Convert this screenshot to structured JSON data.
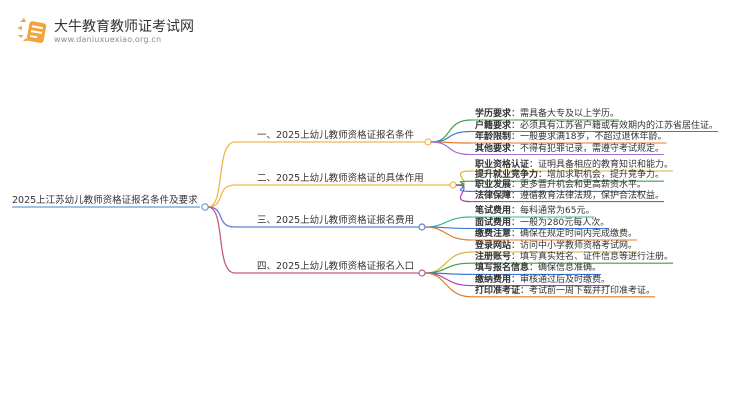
{
  "logo": {
    "title": "大牛教育教师证考试网",
    "url": "www.daniuxuexiao.org.cn"
  },
  "root": {
    "label": "2025上江苏幼儿教师资格证报名条件及要求"
  },
  "branches": [
    {
      "label": "一、2025上幼儿教师资格证报名条件",
      "color": "#f0b64b",
      "leaves": [
        {
          "key": "学历要求",
          "text": "：需具备大专及以上学历。",
          "color": "#3f9f3d"
        },
        {
          "key": "户籍要求",
          "text": "：必须具有江苏省户籍或有效期内的江苏省居住证。",
          "color": "#3a7bd5"
        },
        {
          "key": "年龄限制",
          "text": "：一般要求满18岁，不超过退休年龄。",
          "color": "#e07b2d"
        },
        {
          "key": "其他要求",
          "text": "：不得有犯罪记录，需遵守考试规定。",
          "color": "#a56fd3"
        }
      ]
    },
    {
      "label": "二、2025上幼儿教师资格证的具体作用",
      "color": "#f0b64b",
      "leaves": [
        {
          "key": "职业资格认证",
          "text": "：证明具备相应的教育知识和能力。",
          "color": "#d8b43a"
        },
        {
          "key": "提升就业竞争力",
          "text": "：增加求职机会，提升竞争力。",
          "color": "#3f9f3d"
        },
        {
          "key": "职业发展",
          "text": "：更多晋升机会和更高薪资水平。",
          "color": "#3a7bd5"
        },
        {
          "key": "法律保障",
          "text": "：遵循教育法律法规，保护合法权益。",
          "color": "#b040b8"
        }
      ]
    },
    {
      "label": "三、2025上幼儿教师资格证报名费用",
      "color": "#6a7bdc",
      "leaves": [
        {
          "key": "笔试费用",
          "text": "：每科通常为65元。",
          "color": "#3fb0a0"
        },
        {
          "key": "面试费用",
          "text": "：一般为280元每人次。",
          "color": "#3a7bd5"
        },
        {
          "key": "缴费注意",
          "text": "：确保在规定时间内完成缴费。",
          "color": "#e07b2d"
        }
      ]
    },
    {
      "label": "四、2025上幼儿教师资格证报名入口",
      "color": "#c05a8c",
      "leaves": [
        {
          "key": "登录网站",
          "text": "：访问中小学教师资格考试网。",
          "color": "#d8b43a"
        },
        {
          "key": "注册账号",
          "text": "：填写真实姓名、证件信息等进行注册。",
          "color": "#3f9f3d"
        },
        {
          "key": "填写报名信息",
          "text": "：确保信息准确。",
          "color": "#3a7bd5"
        },
        {
          "key": "缴纳费用",
          "text": "：审核通过后及时缴费。",
          "color": "#b040b8"
        },
        {
          "key": "打印准考证",
          "text": "：考试前一周下载并打印准考证。",
          "color": "#e07b2d"
        }
      ]
    }
  ]
}
